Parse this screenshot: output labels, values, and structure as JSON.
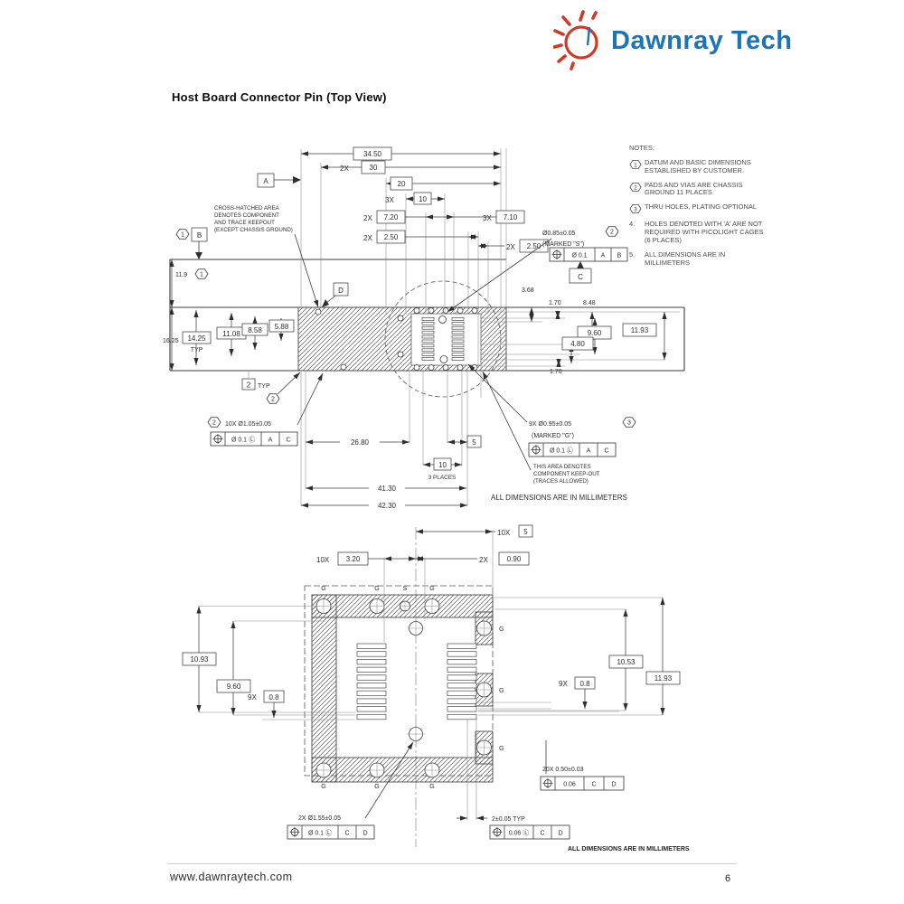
{
  "page": {
    "title": "Host Board Connector Pin (Top View)",
    "footer_url": "www.dawnraytech.com",
    "page_number": "6"
  },
  "logo": {
    "text": "Dawnray Tech",
    "brand_color": "#1c74b8",
    "sun_color": "#cf3a28"
  },
  "notes": {
    "heading": "NOTES:",
    "items": [
      {
        "marker": "1",
        "text": "DATUM AND BASIC DIMENSIONS ESTABLISHED BY CUSTOMER."
      },
      {
        "marker": "2",
        "text": "PADS AND VIAS ARE CHASSIS GROUND 11 PLACES"
      },
      {
        "marker": "3",
        "text": "THRU HOLES, PLATING OPTIONAL"
      },
      {
        "marker": "4.",
        "text": "HOLES DENOTED WITH 'A' ARE NOT REQUIRED WITH PICOLIGHT CAGES (6 PLACES)"
      },
      {
        "marker": "5.",
        "text": "ALL DIMENSIONS ARE IN MILLIMETERS"
      }
    ]
  },
  "upper": {
    "prefixes": {
      "x2": "2X",
      "x3": "3X"
    },
    "typ": "TYP",
    "places3": "3 PLACES",
    "dims": {
      "d3450": "34.50",
      "d30": "30",
      "d20": "20",
      "d10": "10",
      "d720": "7.20",
      "d710": "7.10",
      "d250": "2.50",
      "d119": "11.9",
      "d1625": "16.25",
      "d1425": "14.25",
      "d1108": "11.08",
      "d858": "8.58",
      "d588": "5.88",
      "d2": "2",
      "d368": "3.68",
      "d170": "1.70",
      "d848": "8.48",
      "d1193": "11.93",
      "d960": "9.60",
      "d480": "4.80",
      "d2680": "26.80",
      "d5": "5",
      "d10b": "10",
      "d4130": "41.30",
      "d4230": "42.30"
    },
    "datums": {
      "a": "A",
      "b": "B",
      "c": "C",
      "d": "D"
    },
    "flags": {
      "f1": "1",
      "f2": "2",
      "f3": "3"
    },
    "callout_s": {
      "dia": "Ø0.85±0.05",
      "marked": "(MARKED \"S\")",
      "fcf": {
        "tol": "Ø 0.1",
        "d1": "A",
        "d2": "B"
      }
    },
    "callout_g": {
      "dia": "9X Ø0.95±0.05",
      "marked": "(MARKED \"G\")",
      "fcf": {
        "tol": "Ø 0.1 Ⓛ",
        "d1": "A",
        "d2": "C"
      }
    },
    "callout_holes": {
      "dia": "10X Ø1.05±0.05",
      "fcf": {
        "tol": "Ø 0.1 Ⓛ",
        "d1": "A",
        "d2": "C"
      }
    },
    "keepout_note": [
      "CROSS-HATCHED AREA",
      "DENOTES COMPONENT",
      "AND TRACE KEEPOUT",
      "(EXCEPT CHASSIS GROUND)"
    ],
    "keepout_note2": [
      "THIS AREA DENOTES",
      "COMPONENT KEEP-OUT",
      "(TRACES ALLOWED)"
    ],
    "all_dims": "ALL DIMENSIONS ARE IN MILLIMETERS"
  },
  "lower": {
    "prefixes": {
      "x10": "10X",
      "x2": "2X",
      "x9": "9X"
    },
    "dims": {
      "d5": "5",
      "d320": "3.20",
      "d090": "0.90",
      "d1093": "10.93",
      "d960": "9.60",
      "d08": "0.8",
      "d1053": "10.53",
      "d1193": "11.93"
    },
    "pads": {
      "g": "G",
      "s": "S"
    },
    "callout_pads": {
      "text": "20X 0.50±0.03",
      "fcf": {
        "tol": "0.06",
        "d1": "C",
        "d2": "D"
      }
    },
    "callout_holes": {
      "text": "2X Ø1.55±0.05",
      "fcf": {
        "tol": "Ø 0.1 Ⓛ",
        "d1": "C",
        "d2": "D"
      }
    },
    "callout_pitch": {
      "text": "2±0.05 TYP",
      "fcf": {
        "tol": "0.06 Ⓛ",
        "d1": "C",
        "d2": "D"
      }
    },
    "all_dims": "ALL DIMENSIONS ARE IN MILLIMETERS"
  }
}
